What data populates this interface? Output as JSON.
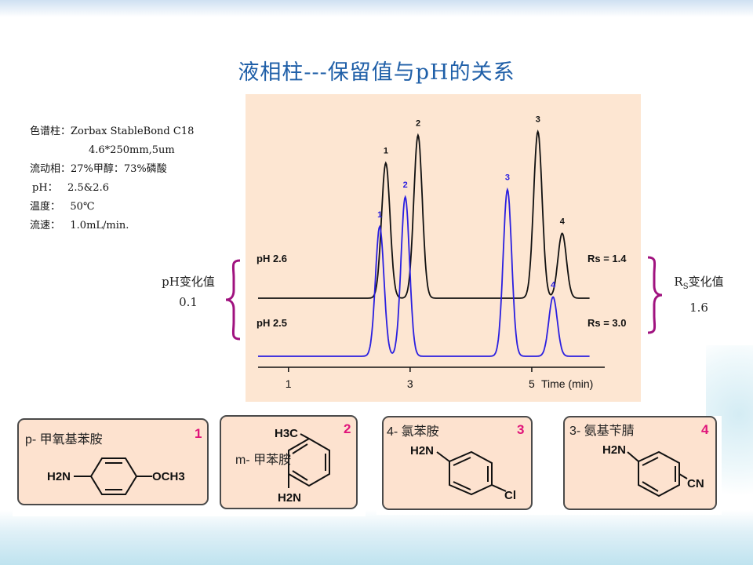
{
  "title": "液相柱---保留值与pH的关系",
  "conditions": [
    "色谱柱：Zorbax StableBond C18",
    "4.6*250mm,5um",
    "流动相：27%甲醇：73%磷酸",
    "pH：   2.5&2.6",
    "温度：   50℃",
    "流速：   1.0mL/min."
  ],
  "ph_change": {
    "label": "pH变化值",
    "value": "0.1"
  },
  "rs_change": {
    "label_main": "R",
    "label_sub": "S",
    "label_rest": "变化值",
    "value": "1.6"
  },
  "chart_data": {
    "type": "line",
    "title": "",
    "xlabel": "Time (min)",
    "ylabel": "",
    "xlim": [
      0.5,
      6.2
    ],
    "x_ticks": [
      "1",
      "3",
      "5"
    ],
    "x_tick_values": [
      1,
      3,
      5
    ],
    "grid": false,
    "series": [
      {
        "name": "pH 2.6",
        "color": "#111111",
        "rs_label": "Rs = 1.4",
        "peaks": [
          {
            "label": "1",
            "time": 2.6,
            "height": 0.73
          },
          {
            "label": "2",
            "time": 3.13,
            "height": 0.88
          },
          {
            "label": "3",
            "time": 5.1,
            "height": 0.9
          },
          {
            "label": "4",
            "time": 5.5,
            "height": 0.35
          }
        ]
      },
      {
        "name": "pH 2.5",
        "color": "#2a1fe0",
        "rs_label": "Rs = 3.0",
        "peaks": [
          {
            "label": "1",
            "time": 2.5,
            "height": 0.7
          },
          {
            "label": "2",
            "time": 2.92,
            "height": 0.86
          },
          {
            "label": "3",
            "time": 4.6,
            "height": 0.9
          },
          {
            "label": "4",
            "time": 5.35,
            "height": 0.32
          }
        ]
      }
    ]
  },
  "compounds": [
    {
      "number": "1",
      "name": "p- 甲氧基苯胺",
      "left_group": "H2N",
      "right_group": "OCH3"
    },
    {
      "number": "2",
      "name": "m- 甲苯胺",
      "top_group": "H3C",
      "bottom_group": "H2N"
    },
    {
      "number": "3",
      "name": "4- 氯苯胺",
      "top_group": "H2N",
      "right_group": "Cl"
    },
    {
      "number": "4",
      "name": "3- 氨基苄腈",
      "top_group": "H2N",
      "right_group": "CN"
    }
  ],
  "colors": {
    "title": "#1f5fa8",
    "panel_fill": "#fde2cf",
    "panel_border": "#4a4a4a",
    "compound_number": "#e0147a",
    "bracket": "#a0127f",
    "chart_bg": "#fde6d2"
  }
}
